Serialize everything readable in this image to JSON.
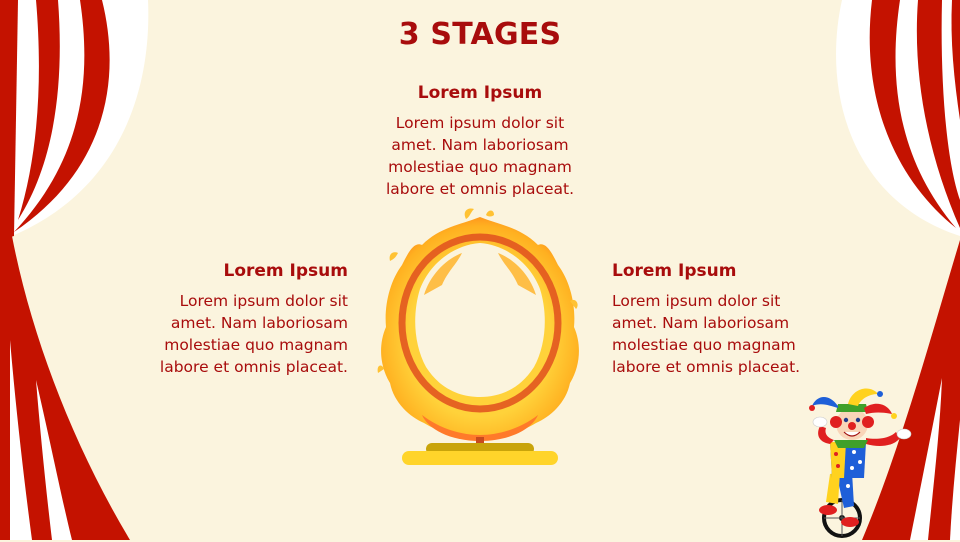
{
  "slide": {
    "title": "3 STAGES",
    "stages": [
      {
        "heading": "Lorem Ipsum",
        "body_lines": [
          "Lorem ipsum dolor sit",
          "amet. Nam laboriosam",
          "molestiae quo magnam",
          "labore et omnis placeat."
        ]
      },
      {
        "heading": "Lorem Ipsum",
        "body_lines": [
          "Lorem ipsum dolor sit",
          "amet. Nam laboriosam",
          "molestiae quo magnam",
          "labore et omnis placeat."
        ]
      },
      {
        "heading": "Lorem Ipsum",
        "body_lines": [
          "Lorem ipsum dolor sit",
          "amet. Nam laboriosam",
          "molestiae quo magnam",
          "labore et omnis placeat."
        ]
      }
    ]
  },
  "graphics": {
    "center": "fire-ring-icon",
    "corner": "clown-on-unicycle-icon",
    "sides": "circus-curtain"
  },
  "colors": {
    "background": "#fbf4de",
    "accent_red": "#a80c0c",
    "curtain_red": "#c41200",
    "curtain_white": "#ffffff"
  }
}
